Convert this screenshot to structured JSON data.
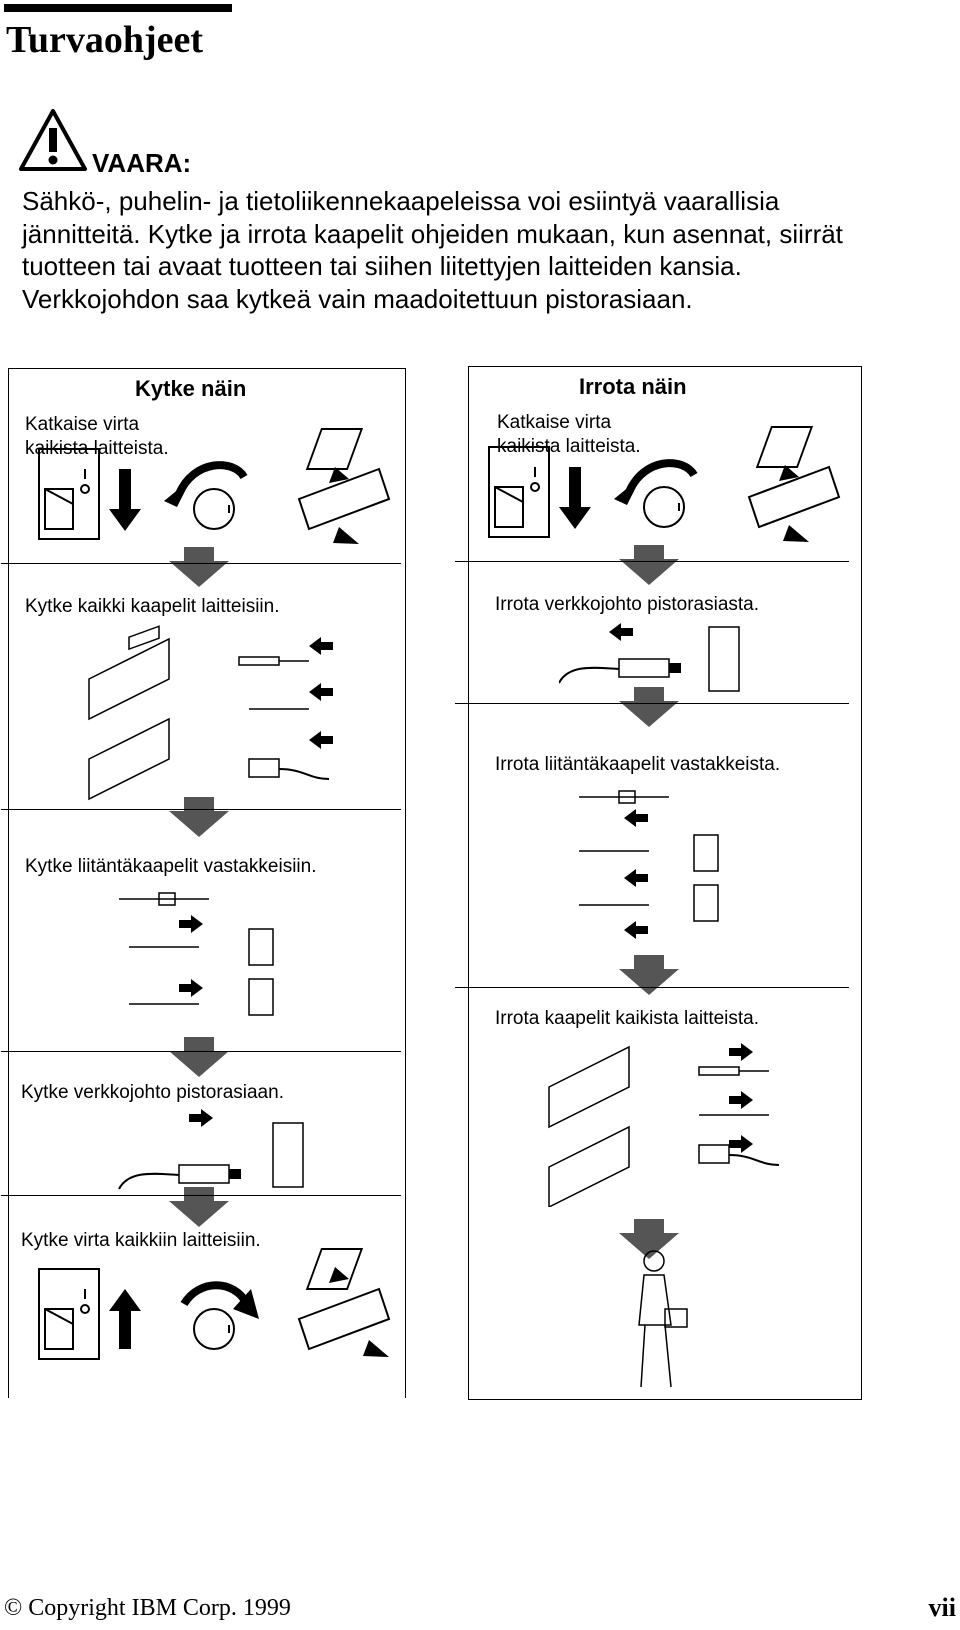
{
  "page": {
    "title": "Turvaohjeet",
    "footer_copyright": "© Copyright IBM Corp. 1999",
    "page_number": "vii"
  },
  "warning": {
    "label": "VAARA:",
    "icon": "warning-triangle-icon",
    "text": "Sähkö-, puhelin- ja tietoliikennekaapeleissa voi esiintyä vaarallisia jännitteitä. Kytke ja irrota kaapelit ohjeiden mukaan, kun asennat, siirrät tuotteen tai avaat tuotteen tai siihen liitettyjen laitteiden kansia. Verkkojohdon saa kytkeä vain maadoitettuun pistorasiaan."
  },
  "connect": {
    "title": "Kytke näin",
    "steps": [
      "Katkaise virta\nkaikista laitteista.",
      "Kytke kaikki kaapelit laitteisiin.",
      "Kytke liitäntäkaapelit vastakkeisiin.",
      "Kytke verkkojohto pistorasiaan.",
      "Kytke virta kaikkiin laitteisiin."
    ]
  },
  "disconnect": {
    "title": "Irrota näin",
    "steps": [
      "Katkaise virta\nkaikista laitteista.",
      "Irrota verkkojohto pistorasiasta.",
      "Irrota liitäntäkaapelit vastakkeista.",
      "Irrota kaapelit kaikista laitteista."
    ]
  }
}
